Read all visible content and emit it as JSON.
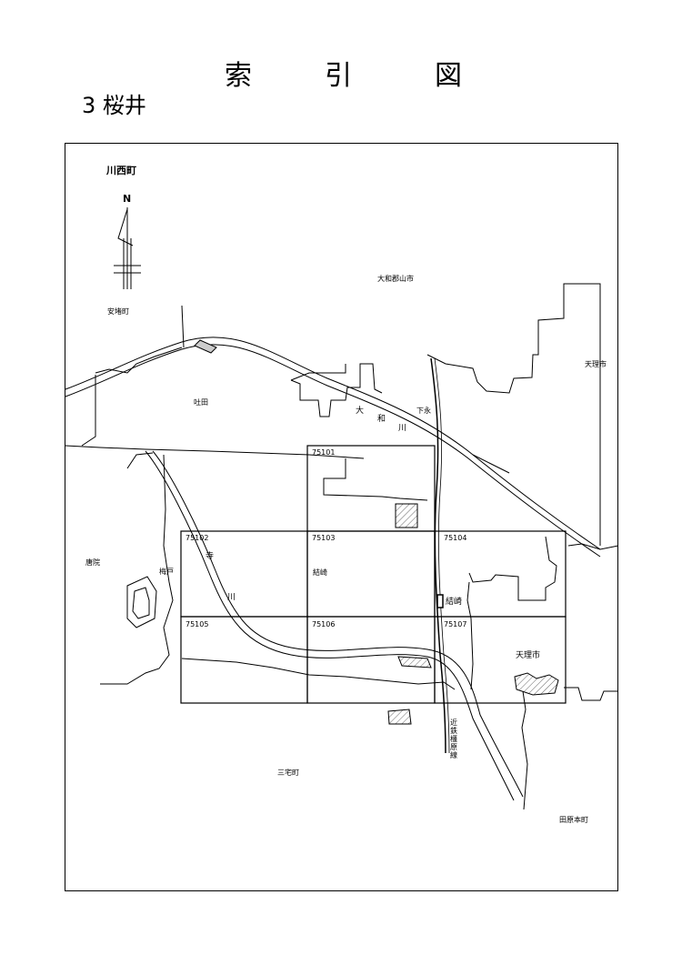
{
  "title": {
    "chars": [
      "索",
      "引",
      "図"
    ]
  },
  "subtitle": "3 桜井",
  "map": {
    "places": {
      "kawanishi": "川西町",
      "yamatokoriyama": "大和郡山市",
      "ando": "安堵町",
      "tenri_ne": "天理市",
      "hatta": "吐田",
      "shimonaga": "下永",
      "yamato_river_1": "大",
      "yamato_river_2": "和",
      "yamato_river_3": "川",
      "toin": "唐院",
      "umedo": "梅戸",
      "tera_river_1": "寺",
      "tera_river_2": "川",
      "yuizaki_west": "結崎",
      "yuizaki_station": "結崎",
      "tenri_se": "天理市",
      "miyake": "三宅町",
      "tawaramoto": "田原本町",
      "kintetsu_line": "近鉄橿原線"
    },
    "north_label": "N",
    "grid_cells": [
      "75101",
      "75102",
      "75103",
      "75104",
      "75105",
      "75106",
      "75107"
    ]
  }
}
